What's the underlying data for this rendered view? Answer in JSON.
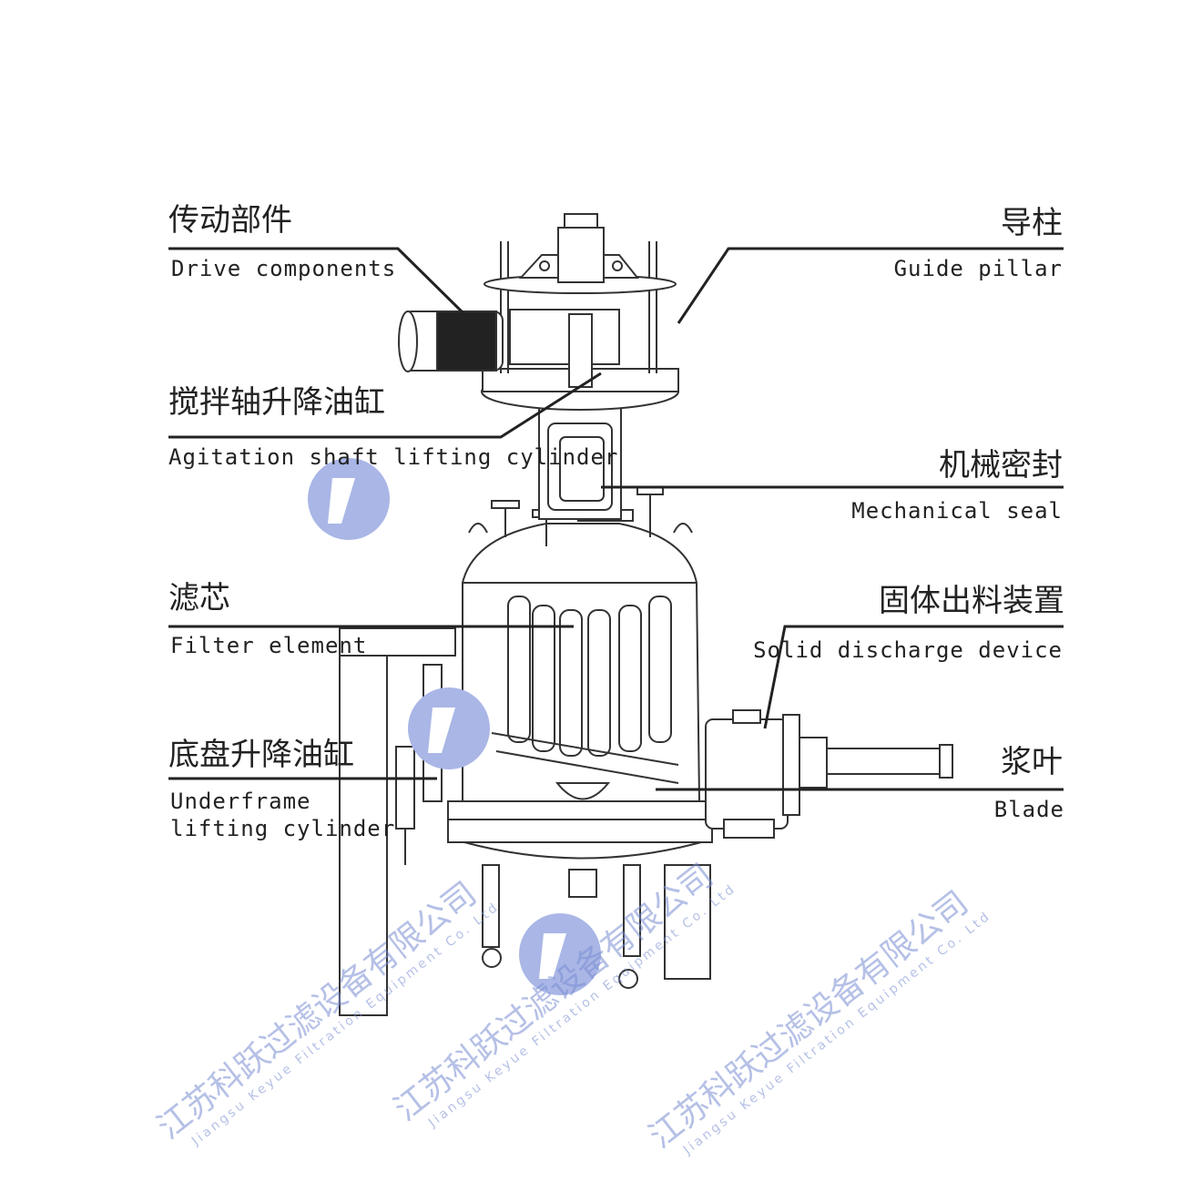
{
  "labels": {
    "drive": {
      "zh": "传动部件",
      "en": "Drive components"
    },
    "guide": {
      "zh": "导柱",
      "en": "Guide pillar"
    },
    "agitation": {
      "zh": "搅拌轴升降油缸",
      "en": "Agitation shaft lifting cylinder"
    },
    "seal": {
      "zh": "机械密封",
      "en": "Mechanical seal"
    },
    "filter": {
      "zh": "滤芯",
      "en": "Filter element"
    },
    "discharge": {
      "zh": "固体出料装置",
      "en": "Solid discharge device"
    },
    "underframe": {
      "zh": "底盘升降油缸",
      "en1": "Underframe",
      "en2": "lifting cylinder"
    },
    "blade": {
      "zh": "浆叶",
      "en": "Blade"
    }
  },
  "watermark": {
    "company_zh": "江苏科跃过滤设备有限公司",
    "company_en": "Jiangsu Keyue Filtration Equipment Co. Ltd"
  },
  "colors": {
    "line": "#222222",
    "watermark": "#8c9fdc"
  }
}
